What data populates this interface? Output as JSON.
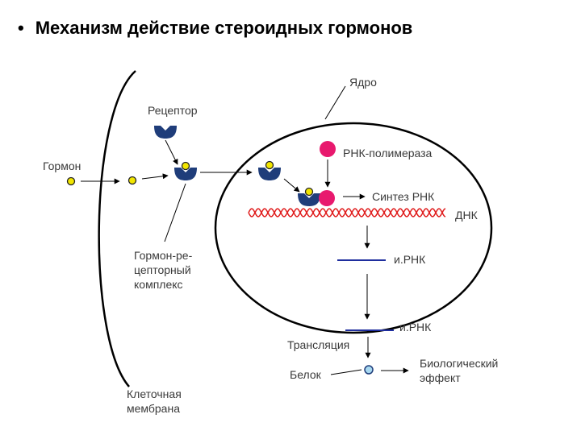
{
  "title": {
    "bullet": "•",
    "text": "Механизм действие стероидных гормонов"
  },
  "labels": {
    "nucleus": "Ядро",
    "receptor": "Рецептор",
    "hormone": "Гормон",
    "rna_polymerase": "РНК-полимераза",
    "rna_synthesis": "Синтез РНК",
    "dna": "ДНК",
    "hormone_receptor_complex": [
      "Гормон-ре-",
      "цепторный",
      "комплекс"
    ],
    "mrna_nucleus": "и.РНК",
    "mrna_cytoplasm": "и.РНК",
    "translation": "Трансляция",
    "protein": "Белок",
    "biological_effect": [
      "Биологический",
      "эффект"
    ],
    "cell_membrane": [
      "Клеточная",
      "мембрана"
    ]
  },
  "colors": {
    "receptor": "#1f3d7a",
    "hormone": "#f2e600",
    "polymerase": "#e8196e",
    "dna": "#e01e1e",
    "mrna": "#1f2e9e",
    "protein": "#a8d8f0",
    "line": "#000000"
  }
}
